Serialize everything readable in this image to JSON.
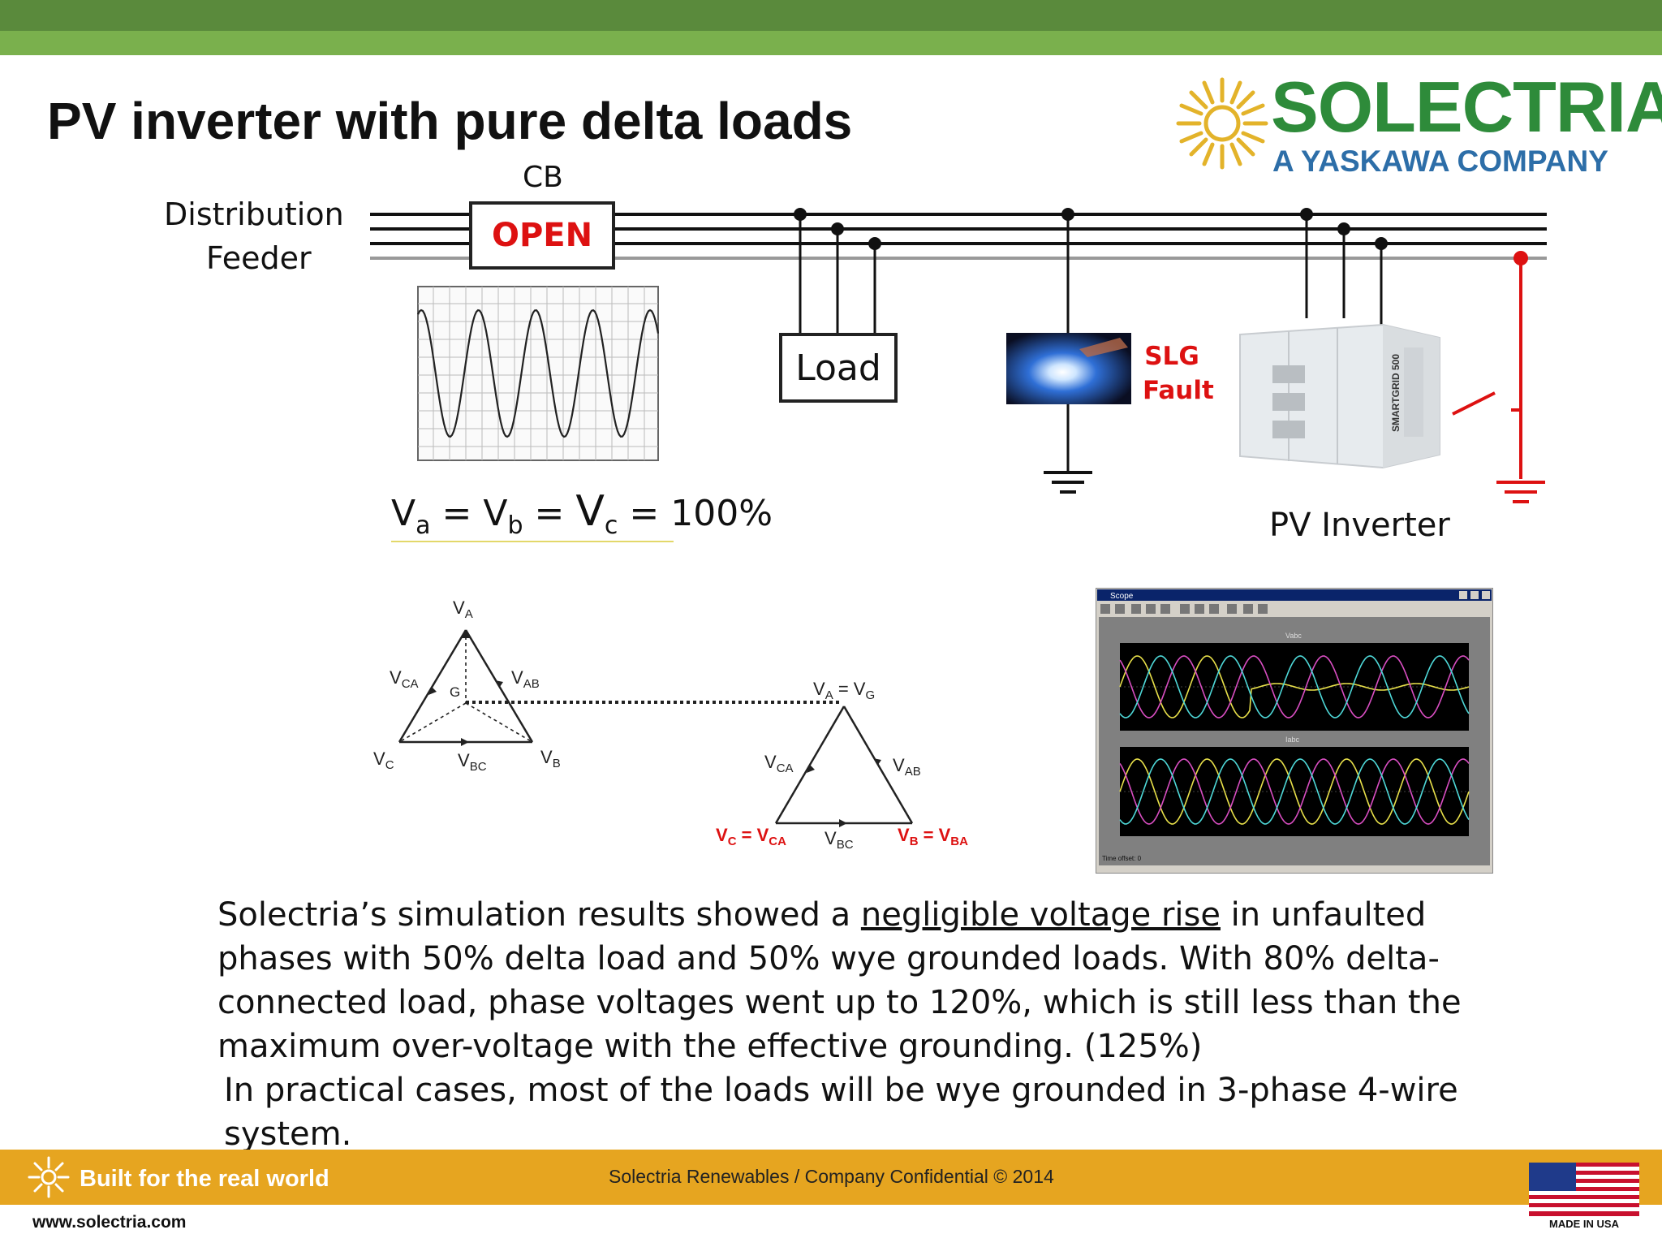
{
  "slide": {
    "title": "PV inverter with pure delta loads",
    "logo": {
      "name": "SOLECTRIA",
      "subtitle": "A YASKAWA COMPANY"
    }
  },
  "diagram": {
    "feeder_label_line1": "Distribution",
    "feeder_label_line2": "Feeder",
    "cb_label": "CB",
    "cb_status": "OPEN",
    "load_label": "Load",
    "fault_label_line1": "SLG",
    "fault_label_line2": "Fault",
    "inverter_label": "PV Inverter",
    "inverter_panel_text": "SMARTGRID 500",
    "voltage_eq": {
      "va": "V",
      "a_sub": "a",
      "vb": "V",
      "b_sub": "b",
      "vc": "V",
      "c_sub": "c",
      "value": "= 100%"
    }
  },
  "phasor_left": {
    "va": "V",
    "va_sub": "A",
    "vca": "V",
    "vca_sub": "CA",
    "vab": "V",
    "vab_sub": "AB",
    "g": "G",
    "vc": "V",
    "vc_sub": "C",
    "vbc": "V",
    "vbc_sub": "BC",
    "vb": "V",
    "vb_sub": "B"
  },
  "phasor_right": {
    "top": "V",
    "top_sub1": "A",
    "top_eq": " = V",
    "top_sub2": "G",
    "vca": "V",
    "vca_sub": "CA",
    "vab": "V",
    "vab_sub": "AB",
    "bottom_left": "V",
    "bl_sub1": "C",
    "bl_eq": " = V",
    "bl_sub2": "CA",
    "bottom_mid": "V",
    "bm_sub": "BC",
    "bottom_right": "V",
    "br_sub1": "B",
    "br_eq": " = V",
    "br_sub2": "BA"
  },
  "scope": {
    "window_title": "Scope",
    "top_plot_label": "Vabc",
    "bottom_plot_label": "Iabc",
    "time_offset": "Time offset:  0"
  },
  "body": {
    "p1_before": "Solectria’s simulation results showed a ",
    "p1_underlined": "negligible voltage rise",
    "p1_after": " in unfaulted phases with 50% delta load and 50% wye grounded loads.  With 80% delta-connected load, phase voltages went up to 120%, which is still less than the maximum over-voltage with the effective grounding. (125%)",
    "p2": "In practical cases, most of the loads will be wye grounded in 3-phase 4-wire system."
  },
  "footer": {
    "tagline": "Built for the real world",
    "confidential": "Solectria Renewables / Company Confidential © 2014",
    "website": "www.solectria.com",
    "made_in": "MADE IN USA"
  },
  "colors": {
    "top_bar_dark": "#5a8a3c",
    "top_bar_light": "#7ab04d",
    "footer": "#e6a520",
    "fault_red": "#d11111",
    "logo_green": "#2e8b3a",
    "logo_blue": "#2d6ea8"
  }
}
